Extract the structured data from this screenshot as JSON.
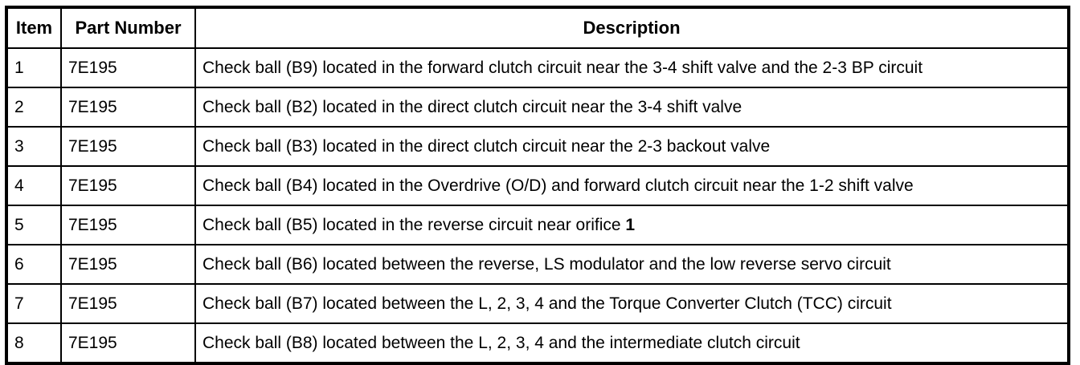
{
  "table": {
    "columns": [
      {
        "key": "item",
        "label": "Item"
      },
      {
        "key": "part_number",
        "label": "Part Number"
      },
      {
        "key": "description",
        "label": "Description"
      }
    ],
    "rows": [
      {
        "item": "1",
        "part_number": "7E195",
        "description": "Check ball (B9) located in the forward clutch circuit near the 3-4 shift valve and the 2-3 BP circuit"
      },
      {
        "item": "2",
        "part_number": "7E195",
        "description": "Check ball (B2) located in the direct clutch circuit near the 3-4 shift valve"
      },
      {
        "item": "3",
        "part_number": "7E195",
        "description": "Check ball (B3) located in the direct clutch circuit near the 2-3 backout valve"
      },
      {
        "item": "4",
        "part_number": "7E195",
        "description": "Check ball (B4) located in the Overdrive (O/D) and forward clutch circuit near the 1-2 shift valve"
      },
      {
        "item": "5",
        "part_number": "7E195",
        "description_prefix": "Check ball (B5) located in the reverse circuit near orifice ",
        "description_emphasis": "1",
        "description": "Check ball (B5) located in the reverse circuit near orifice 1"
      },
      {
        "item": "6",
        "part_number": "7E195",
        "description": "Check ball (B6) located between the reverse, LS modulator and the low reverse servo circuit"
      },
      {
        "item": "7",
        "part_number": "7E195",
        "description": "Check ball (B7) located between the L, 2, 3, 4 and the Torque Converter Clutch (TCC) circuit"
      },
      {
        "item": "8",
        "part_number": "7E195",
        "description": "Check ball (B8) located between the L, 2, 3, 4 and the intermediate clutch circuit"
      }
    ]
  },
  "style": {
    "border_color": "#000000",
    "text_color": "#000000",
    "background": "#ffffff"
  }
}
